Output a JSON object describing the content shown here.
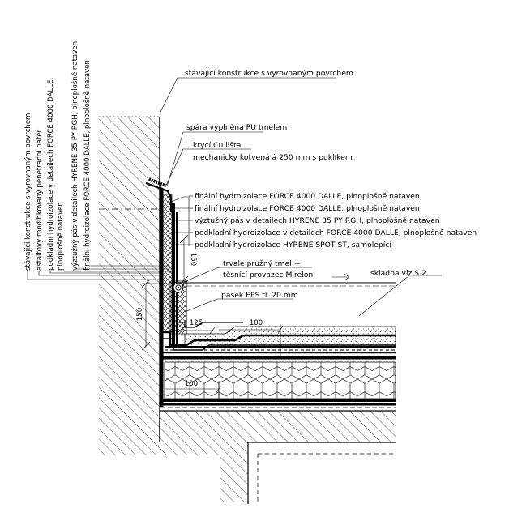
{
  "callouts_right": [
    "stávající konstrukce s vyrovnaným povrchem",
    "spára vyplněna PU tmelem",
    "krycí Cu lišta",
    "mechanicky kotvená á 250 mm s puklíkem",
    "finální hydroizolace FORCE 4000 DALLE, plnoplošně nataven",
    "finální hydroizolace FORCE 4000 DALLE, plnoplošně nataven",
    "výztužný pás v detailech HYRENE 35 PY RGH, plnoplošně nataven",
    "podkladní hydroizolace v detailech FORCE 4000 DALLE, plnoplošně nataven",
    "podkladní hydroizolace HYRENE SPOT ST, samolepící",
    "trvale pružný tmel +",
    "těsnící provazec Mirelon",
    "skladba viz S.2",
    "pásek EPS tl. 20 mm"
  ],
  "callouts_left": [
    "stávající konstrukce s vyrovnaným povrchem",
    "asfaltový modifikovaný penetrační nátěr",
    "podkladní hydroizolace v detailech FORCE 4000 DALLE,",
    "plnoplošně nataven",
    "výztužný pás v detailech HYRENE 35 PY RGH, plnoplošně nataven",
    "finální hydroizolace FORCE 4000 DALLE, plnoplošně nataven"
  ],
  "dimensions": [
    "150",
    "150",
    "125",
    "100",
    "100"
  ],
  "colors": {
    "ink": "#000000",
    "paper": "#ffffff",
    "concrete_fill": "#f4f4f4"
  }
}
